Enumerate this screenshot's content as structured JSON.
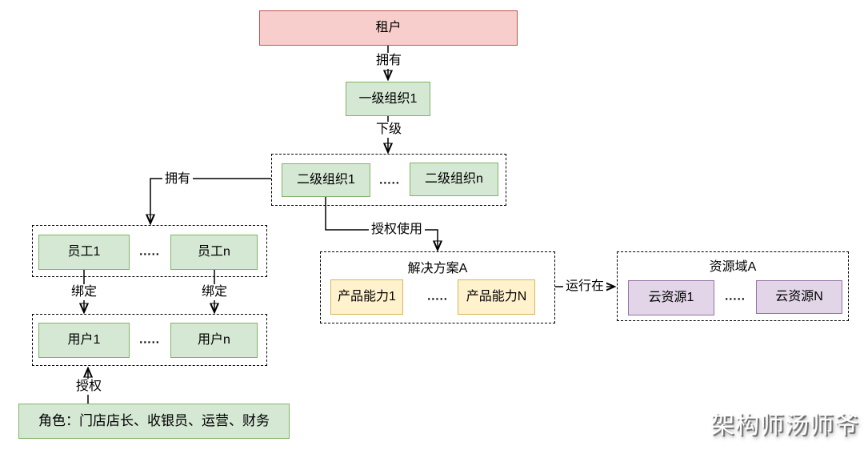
{
  "diagram": {
    "nodes": {
      "tenant": "租户",
      "level1_org": "一级组织1",
      "level2_org_first": "二级组织1",
      "level2_org_last": "二级组织n",
      "employee_first": "员工1",
      "employee_last": "员工n",
      "user_first": "用户1",
      "user_last": "用户n",
      "roles": "角色：门店店长、收银员、运营、财务",
      "solution_title": "解决方案A",
      "product_first": "产品能力1",
      "product_last": "产品能力N",
      "resource_domain_title": "资源域A",
      "cloud_resource_first": "云资源1",
      "cloud_resource_last": "云资源N"
    },
    "ellipsis": ".....",
    "edges": {
      "tenant_owns": "拥有",
      "subordinate": "下级",
      "org_owns_employees": "拥有",
      "bind_first": "绑定",
      "bind_last": "绑定",
      "authorize": "授权",
      "authorized_use": "授权使用",
      "runs_on": "运行在"
    },
    "colors": {
      "tenant_fill": "#f8cecc",
      "tenant_border": "#b85450",
      "org_fill": "#d5e8d4",
      "org_border": "#82b366",
      "product_fill": "#fff2cc",
      "product_border": "#d6b656",
      "resource_fill": "#e1d5e7",
      "resource_border": "#9673a6",
      "line": "#000000"
    },
    "watermark": "架构师汤师爷"
  }
}
